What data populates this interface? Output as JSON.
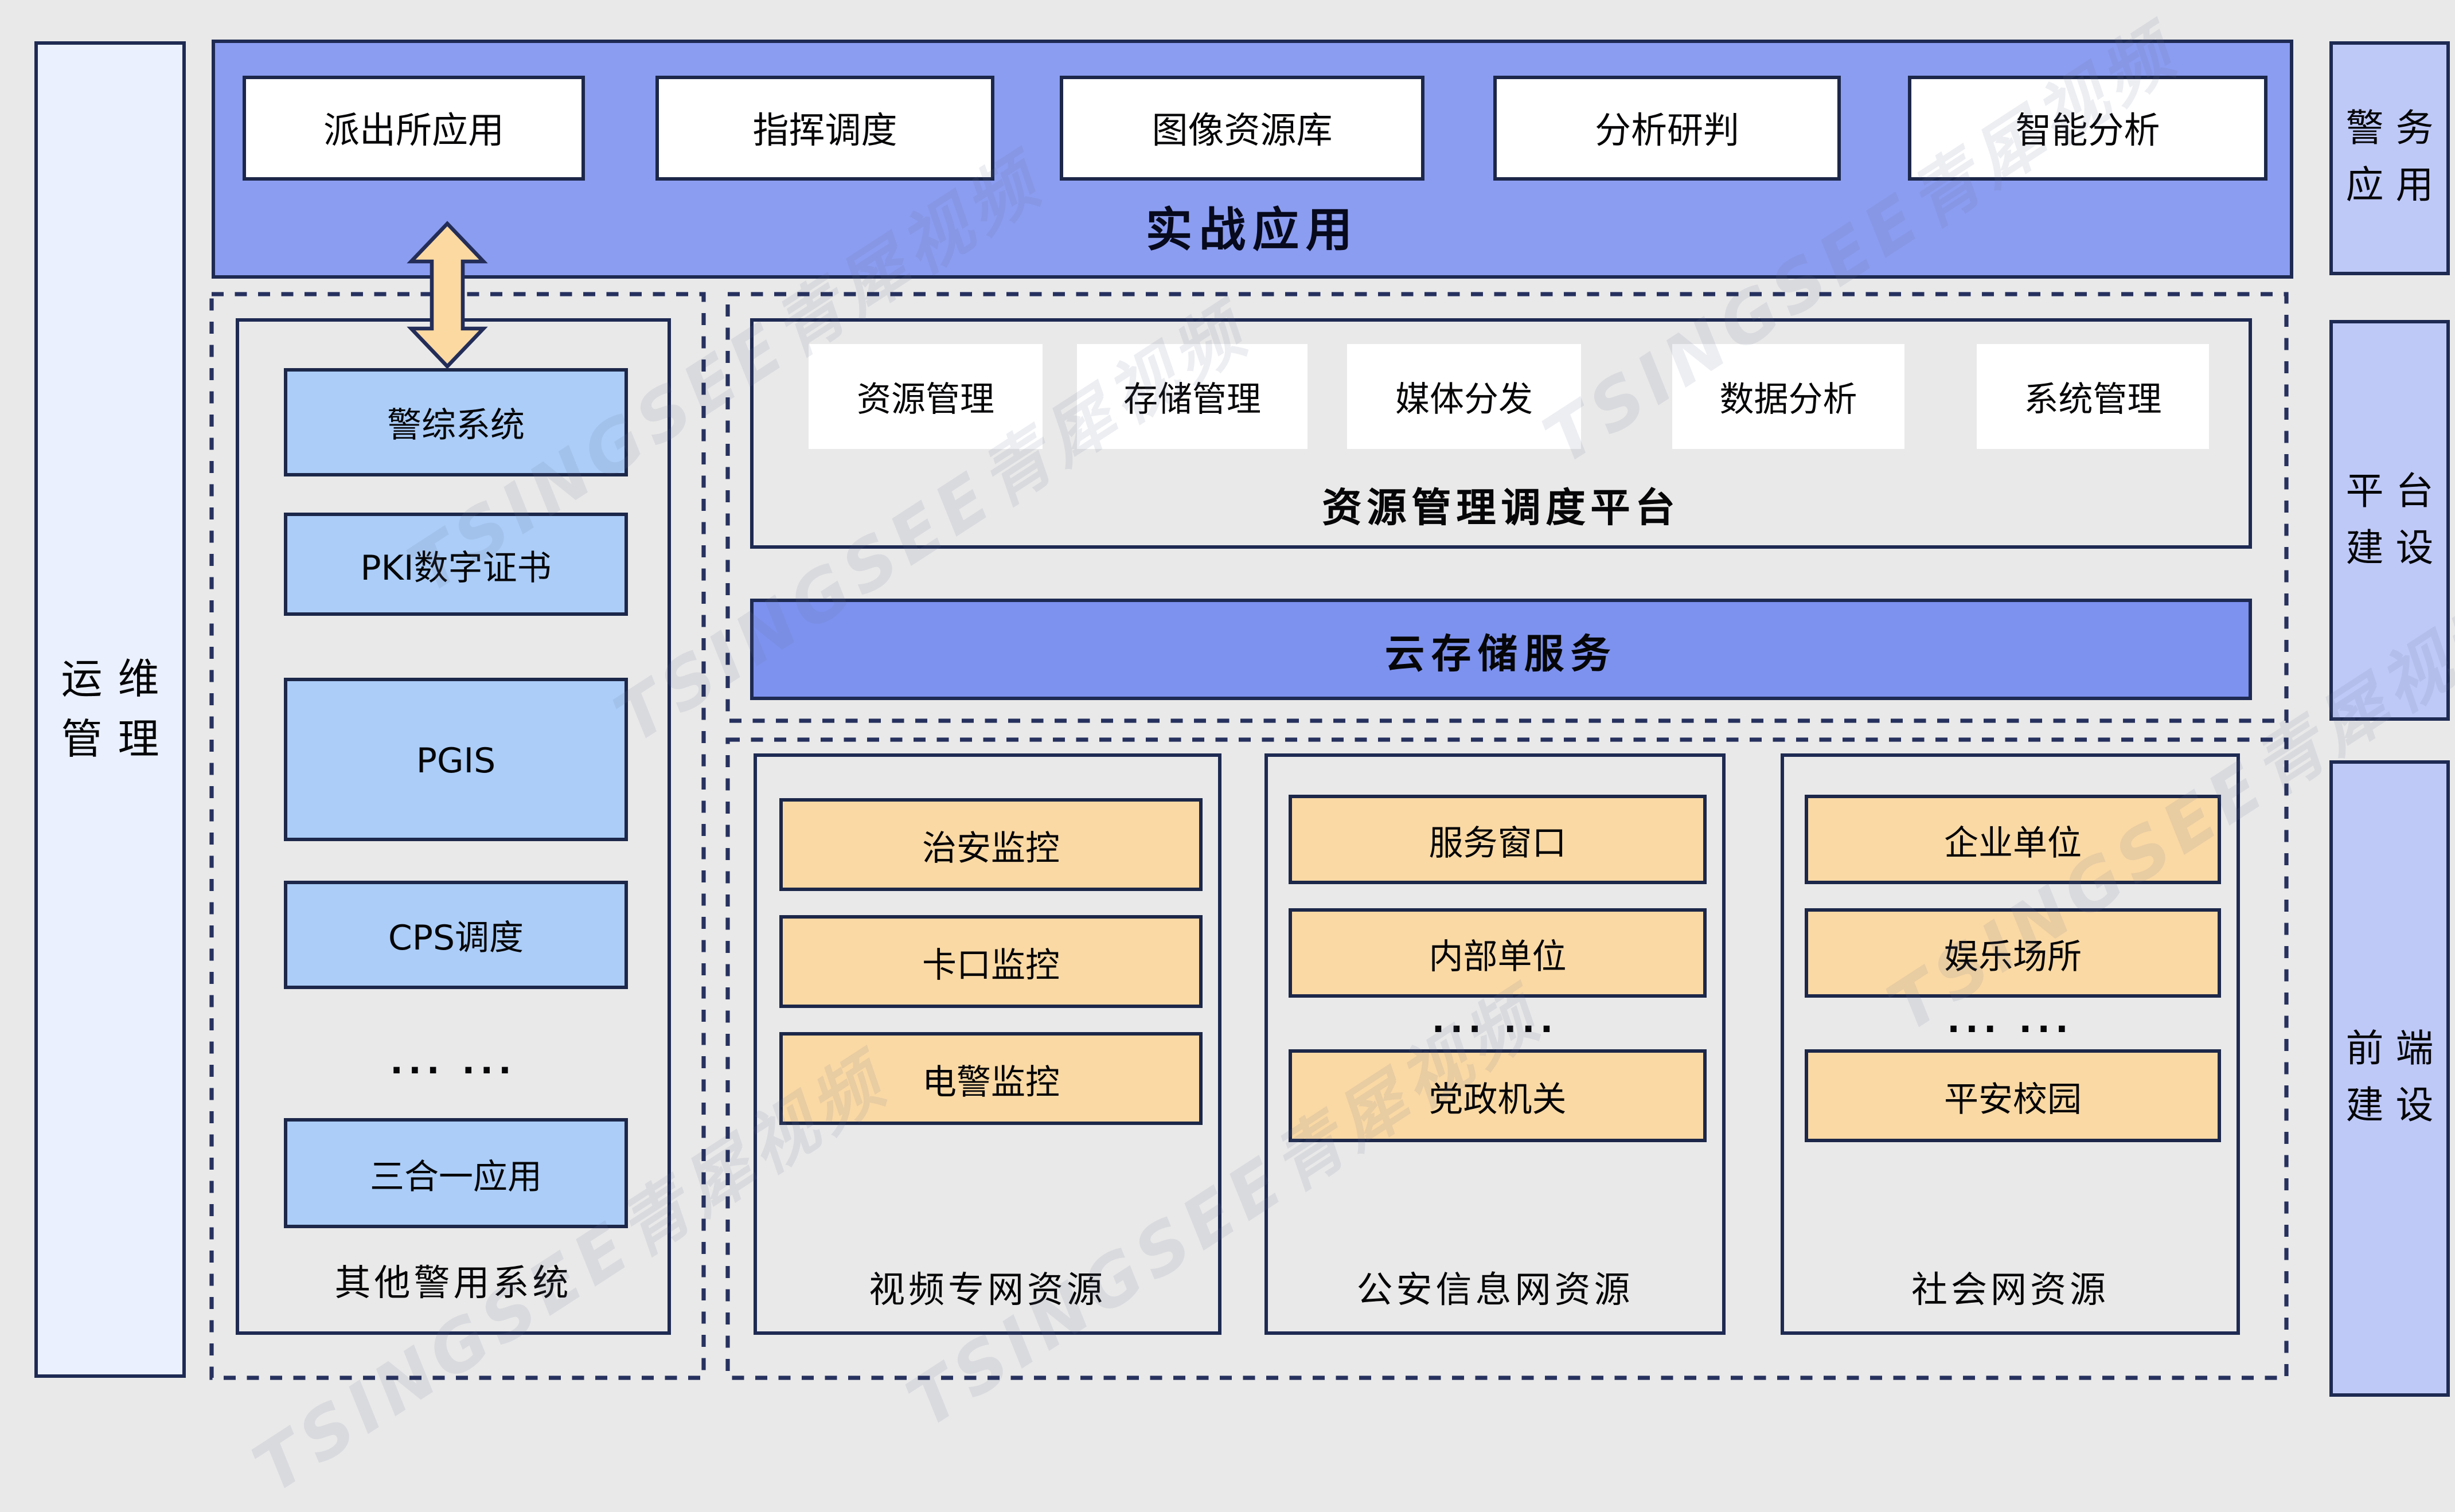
{
  "page": {
    "watermark_text": "TSINGSEE青犀视频",
    "background": "#e9e9e9"
  },
  "colors": {
    "navy_border": "#1e2a52",
    "top_bar_blue": "#8b9df1",
    "cloud_bar_blue": "#7d92ef",
    "side_label_blue": "#bec9f8",
    "ops_panel_blue": "#eaf0fd",
    "system_item_blue": "#abcdf8",
    "resource_item_orange": "#fad9a4",
    "arrow_orange": "#fcd9a1",
    "card_white": "#ffffff"
  },
  "left_sidebar": {
    "label": "运维管理",
    "lines": [
      "运维",
      "管理"
    ]
  },
  "top_bar": {
    "title": "实战应用",
    "items": [
      "派出所应用",
      "指挥调度",
      "图像资源库",
      "分析研判",
      "智能分析"
    ]
  },
  "right_sidebar": {
    "items": [
      {
        "label": "警务应用",
        "lines": [
          "警务",
          "应用"
        ]
      },
      {
        "label": "平台建设",
        "lines": [
          "平台",
          "建设"
        ]
      },
      {
        "label": "前端建设",
        "lines": [
          "前端",
          "建设"
        ]
      }
    ]
  },
  "other_police_systems": {
    "title": "其他警用系统",
    "items": [
      "警综系统",
      "PKI数字证书",
      "PGIS",
      "CPS调度"
    ],
    "ellipsis": "... ...",
    "last_item": "三合一应用"
  },
  "platform": {
    "title": "资源管理调度平台",
    "items": [
      "资源管理",
      "存储管理",
      "媒体分发",
      "数据分析",
      "系统管理"
    ]
  },
  "cloud_storage": {
    "label": "云存储服务"
  },
  "resource_groups": [
    {
      "title": "视频专网资源",
      "items": [
        "治安监控",
        "卡口监控",
        "电警监控"
      ],
      "ellipsis": ""
    },
    {
      "title": "公安信息网资源",
      "items": [
        "服务窗口",
        "内部单位",
        "党政机关"
      ],
      "ellipsis": "... ..."
    },
    {
      "title": "社会网资源",
      "items": [
        "企业单位",
        "娱乐场所",
        "平安校园"
      ],
      "ellipsis": "... ..."
    }
  ]
}
